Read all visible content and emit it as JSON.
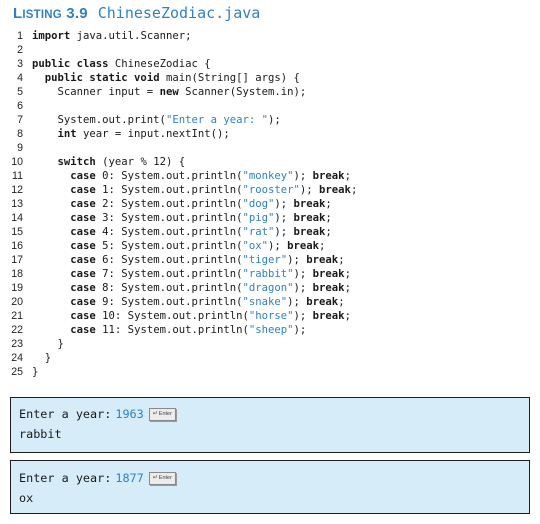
{
  "header": {
    "label_first": "L",
    "label_rest": "ISTING",
    "label_number": "3.9",
    "filename": "ChineseZodiac.java"
  },
  "code": [
    {
      "n": "1",
      "segs": [
        {
          "t": "import",
          "k": "kw"
        },
        {
          "t": " java.util.Scanner;"
        }
      ]
    },
    {
      "n": "2",
      "segs": []
    },
    {
      "n": "3",
      "segs": [
        {
          "t": "public class",
          "k": "kw"
        },
        {
          "t": " ChineseZodiac {"
        }
      ]
    },
    {
      "n": "4",
      "segs": [
        {
          "t": "  "
        },
        {
          "t": "public static void",
          "k": "kw"
        },
        {
          "t": " main(String[] args) {"
        }
      ]
    },
    {
      "n": "5",
      "segs": [
        {
          "t": "    Scanner input = "
        },
        {
          "t": "new",
          "k": "kw"
        },
        {
          "t": " Scanner(System.in);"
        }
      ]
    },
    {
      "n": "6",
      "segs": []
    },
    {
      "n": "7",
      "segs": [
        {
          "t": "    System.out.print("
        },
        {
          "t": "\"Enter a year: \"",
          "k": "str"
        },
        {
          "t": ");"
        }
      ]
    },
    {
      "n": "8",
      "segs": [
        {
          "t": "    "
        },
        {
          "t": "int",
          "k": "kw"
        },
        {
          "t": " year = input.nextInt();"
        }
      ]
    },
    {
      "n": "9",
      "segs": []
    },
    {
      "n": "10",
      "segs": [
        {
          "t": "    "
        },
        {
          "t": "switch",
          "k": "kw"
        },
        {
          "t": " (year % 12) {"
        }
      ]
    },
    {
      "n": "11",
      "segs": [
        {
          "t": "      "
        },
        {
          "t": "case",
          "k": "kw"
        },
        {
          "t": " 0: System.out.println("
        },
        {
          "t": "\"monkey\"",
          "k": "str"
        },
        {
          "t": "); "
        },
        {
          "t": "break",
          "k": "kw"
        },
        {
          "t": ";"
        }
      ]
    },
    {
      "n": "12",
      "segs": [
        {
          "t": "      "
        },
        {
          "t": "case",
          "k": "kw"
        },
        {
          "t": " 1: System.out.println("
        },
        {
          "t": "\"rooster\"",
          "k": "str"
        },
        {
          "t": "); "
        },
        {
          "t": "break",
          "k": "kw"
        },
        {
          "t": ";"
        }
      ]
    },
    {
      "n": "13",
      "segs": [
        {
          "t": "      "
        },
        {
          "t": "case",
          "k": "kw"
        },
        {
          "t": " 2: System.out.println("
        },
        {
          "t": "\"dog\"",
          "k": "str"
        },
        {
          "t": "); "
        },
        {
          "t": "break",
          "k": "kw"
        },
        {
          "t": ";"
        }
      ]
    },
    {
      "n": "14",
      "segs": [
        {
          "t": "      "
        },
        {
          "t": "case",
          "k": "kw"
        },
        {
          "t": " 3: System.out.println("
        },
        {
          "t": "\"pig\"",
          "k": "str"
        },
        {
          "t": "); "
        },
        {
          "t": "break",
          "k": "kw"
        },
        {
          "t": ";"
        }
      ]
    },
    {
      "n": "15",
      "segs": [
        {
          "t": "      "
        },
        {
          "t": "case",
          "k": "kw"
        },
        {
          "t": " 4: System.out.println("
        },
        {
          "t": "\"rat\"",
          "k": "str"
        },
        {
          "t": "); "
        },
        {
          "t": "break",
          "k": "kw"
        },
        {
          "t": ";"
        }
      ]
    },
    {
      "n": "16",
      "segs": [
        {
          "t": "      "
        },
        {
          "t": "case",
          "k": "kw"
        },
        {
          "t": " 5: System.out.println("
        },
        {
          "t": "\"ox\"",
          "k": "str"
        },
        {
          "t": "); "
        },
        {
          "t": "break",
          "k": "kw"
        },
        {
          "t": ";"
        }
      ]
    },
    {
      "n": "17",
      "segs": [
        {
          "t": "      "
        },
        {
          "t": "case",
          "k": "kw"
        },
        {
          "t": " 6: System.out.println("
        },
        {
          "t": "\"tiger\"",
          "k": "str"
        },
        {
          "t": "); "
        },
        {
          "t": "break",
          "k": "kw"
        },
        {
          "t": ";"
        }
      ]
    },
    {
      "n": "18",
      "segs": [
        {
          "t": "      "
        },
        {
          "t": "case",
          "k": "kw"
        },
        {
          "t": " 7: System.out.println("
        },
        {
          "t": "\"rabbit\"",
          "k": "str"
        },
        {
          "t": "); "
        },
        {
          "t": "break",
          "k": "kw"
        },
        {
          "t": ";"
        }
      ]
    },
    {
      "n": "19",
      "segs": [
        {
          "t": "      "
        },
        {
          "t": "case",
          "k": "kw"
        },
        {
          "t": " 8: System.out.println("
        },
        {
          "t": "\"dragon\"",
          "k": "str"
        },
        {
          "t": "); "
        },
        {
          "t": "break",
          "k": "kw"
        },
        {
          "t": ";"
        }
      ]
    },
    {
      "n": "20",
      "segs": [
        {
          "t": "      "
        },
        {
          "t": "case",
          "k": "kw"
        },
        {
          "t": " 9: System.out.println("
        },
        {
          "t": "\"snake\"",
          "k": "str"
        },
        {
          "t": "); "
        },
        {
          "t": "break",
          "k": "kw"
        },
        {
          "t": ";"
        }
      ]
    },
    {
      "n": "21",
      "segs": [
        {
          "t": "      "
        },
        {
          "t": "case",
          "k": "kw"
        },
        {
          "t": " 10: System.out.println("
        },
        {
          "t": "\"horse\"",
          "k": "str"
        },
        {
          "t": "); "
        },
        {
          "t": "break",
          "k": "kw"
        },
        {
          "t": ";"
        }
      ]
    },
    {
      "n": "22",
      "segs": [
        {
          "t": "      "
        },
        {
          "t": "case",
          "k": "kw"
        },
        {
          "t": " 11: System.out.println("
        },
        {
          "t": "\"sheep\"",
          "k": "str"
        },
        {
          "t": ");"
        }
      ]
    },
    {
      "n": "23",
      "segs": [
        {
          "t": "    }"
        }
      ]
    },
    {
      "n": "24",
      "segs": [
        {
          "t": "  }"
        }
      ]
    },
    {
      "n": "25",
      "segs": [
        {
          "t": "}"
        }
      ]
    }
  ],
  "runs": [
    {
      "prompt": "Enter a year:",
      "input": "1963",
      "enter_label": "Enter",
      "result": "rabbit"
    },
    {
      "prompt": "Enter a year:",
      "input": "1877",
      "enter_label": "Enter",
      "result": "ox"
    }
  ],
  "colors": {
    "accent": "#2e82c4",
    "output_bg": "#d6edf9",
    "text": "#1a1a1a"
  },
  "icons": {
    "enter_key": "enter-key-icon"
  }
}
